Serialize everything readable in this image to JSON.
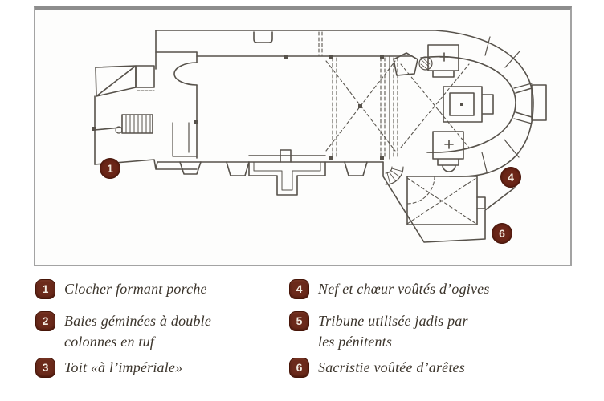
{
  "figure": {
    "type": "church-floor-plan",
    "colors": {
      "plan_line": "#57524b",
      "badge_fill": "#6b2a1b",
      "badge_text": "#f3ece2",
      "legend_text": "#3c352c",
      "box_border": "#a3a3a3",
      "background": "#ffffff"
    },
    "plan": {
      "badges": [
        {
          "n": "1"
        },
        {
          "n": "4"
        },
        {
          "n": "6"
        }
      ]
    },
    "legend": {
      "columns": [
        {
          "items": [
            {
              "num": "1",
              "text": "Clocher formant porche"
            },
            {
              "num": "2",
              "text": "Baies géminées à double\ncolonnes en tuf"
            },
            {
              "num": "3",
              "text": "Toit «à l’impériale»"
            }
          ]
        },
        {
          "items": [
            {
              "num": "4",
              "text": "Nef et chœur voûtés d’ogives"
            },
            {
              "num": "5",
              "text": "Tribune utilisée jadis par\nles pénitents"
            },
            {
              "num": "6",
              "text": "Sacristie voûtée d’arêtes"
            }
          ]
        }
      ]
    }
  }
}
